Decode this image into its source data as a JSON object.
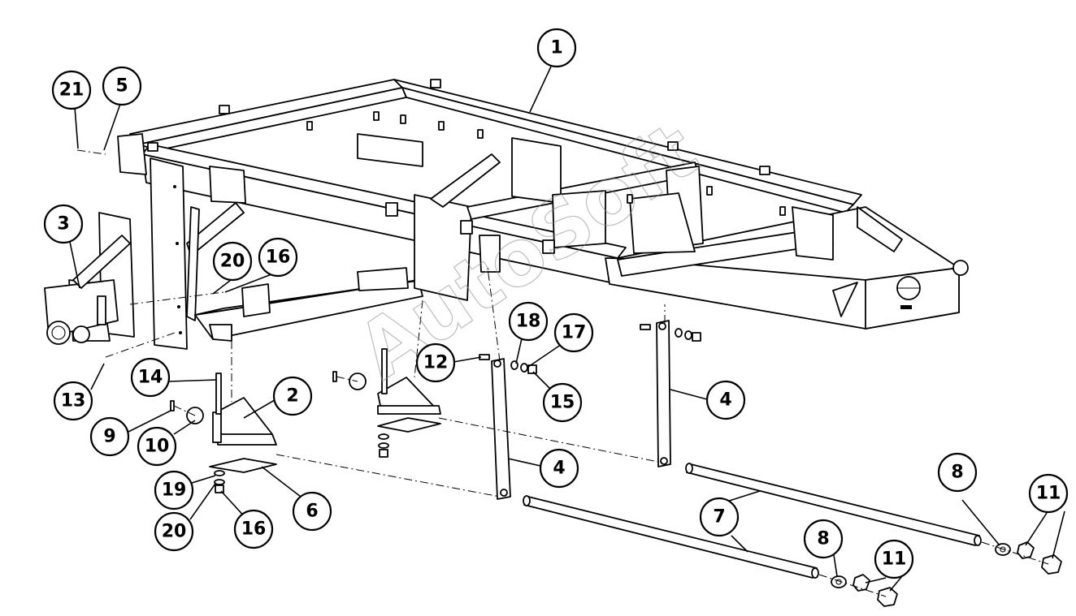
{
  "watermark": "AutoSoft",
  "callouts": [
    {
      "id": "c1",
      "label": "1"
    },
    {
      "id": "c21",
      "label": "21"
    },
    {
      "id": "c5",
      "label": "5"
    },
    {
      "id": "c3",
      "label": "3"
    },
    {
      "id": "c20a",
      "label": "20"
    },
    {
      "id": "c16a",
      "label": "16"
    },
    {
      "id": "c14",
      "label": "14"
    },
    {
      "id": "c13",
      "label": "13"
    },
    {
      "id": "c2",
      "label": "2"
    },
    {
      "id": "c9",
      "label": "9"
    },
    {
      "id": "c10",
      "label": "10"
    },
    {
      "id": "c19",
      "label": "19"
    },
    {
      "id": "c20b",
      "label": "20"
    },
    {
      "id": "c16b",
      "label": "16"
    },
    {
      "id": "c6",
      "label": "6"
    },
    {
      "id": "c12",
      "label": "12"
    },
    {
      "id": "c18",
      "label": "18"
    },
    {
      "id": "c17",
      "label": "17"
    },
    {
      "id": "c15",
      "label": "15"
    },
    {
      "id": "c4a",
      "label": "4"
    },
    {
      "id": "c4b",
      "label": "4"
    },
    {
      "id": "c7",
      "label": "7"
    },
    {
      "id": "c8a",
      "label": "8"
    },
    {
      "id": "c11a",
      "label": "11"
    },
    {
      "id": "c8b",
      "label": "8"
    },
    {
      "id": "c11b",
      "label": "11"
    }
  ]
}
